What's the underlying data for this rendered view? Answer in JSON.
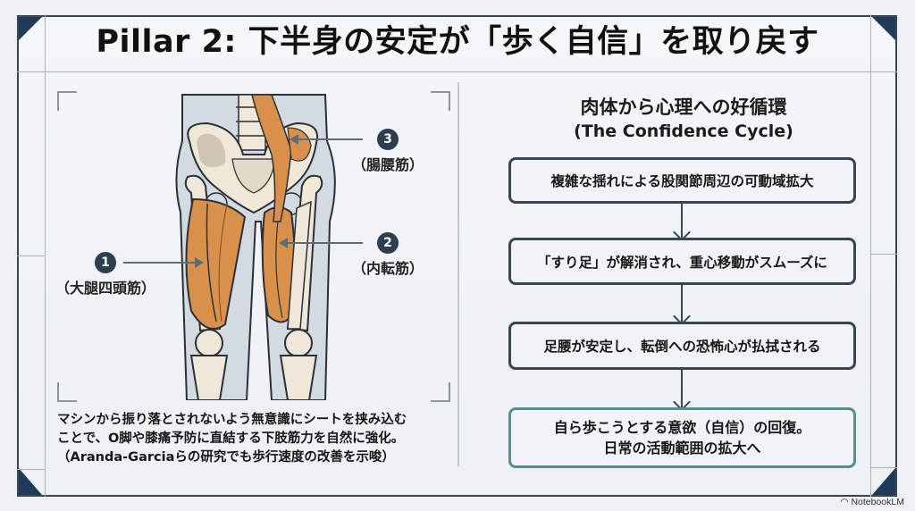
{
  "title": "Pillar 2: 下半身の安定が「歩く自信」を取り戻す",
  "illustration": {
    "subject": "anatomical front view of pelvis and thighs with highlighted muscles",
    "callouts": [
      {
        "number": "1",
        "label": "（大腿四頭筋）"
      },
      {
        "number": "2",
        "label": "（内転筋）"
      },
      {
        "number": "3",
        "label": "（腸腰筋）"
      }
    ]
  },
  "caption": {
    "line1": "マシンから振り落とされないよう無意識にシートを挟み込む",
    "line2": "ことで、O脚や膝痛予防に直結する下肢筋力を自然に強化。",
    "line3": "（Aranda-Garciaらの研究でも歩行速度の改善を示唆）"
  },
  "cycle": {
    "title_jp": "肉体から心理への好循環",
    "title_en": "(The Confidence Cycle)",
    "steps": [
      {
        "text": "複雑な揺れによる股関節周辺の可動域拡大"
      },
      {
        "text": "「すり足」が解消され、重心移動がスムーズに"
      },
      {
        "text": "足腰が安定し、転倒への恐怖心が払拭される"
      },
      {
        "line1": "自ら歩こうとする意欲（自信）の回復。",
        "line2": "日常の活動範囲の拡大へ"
      }
    ]
  },
  "brand": "NotebookLM",
  "colors": {
    "accent_navy": "#1f3b5a",
    "border_dark": "#3a4552",
    "final_step_border": "#5e8b8b",
    "muscle": "#d9904a",
    "bone": "#efe8d8"
  }
}
